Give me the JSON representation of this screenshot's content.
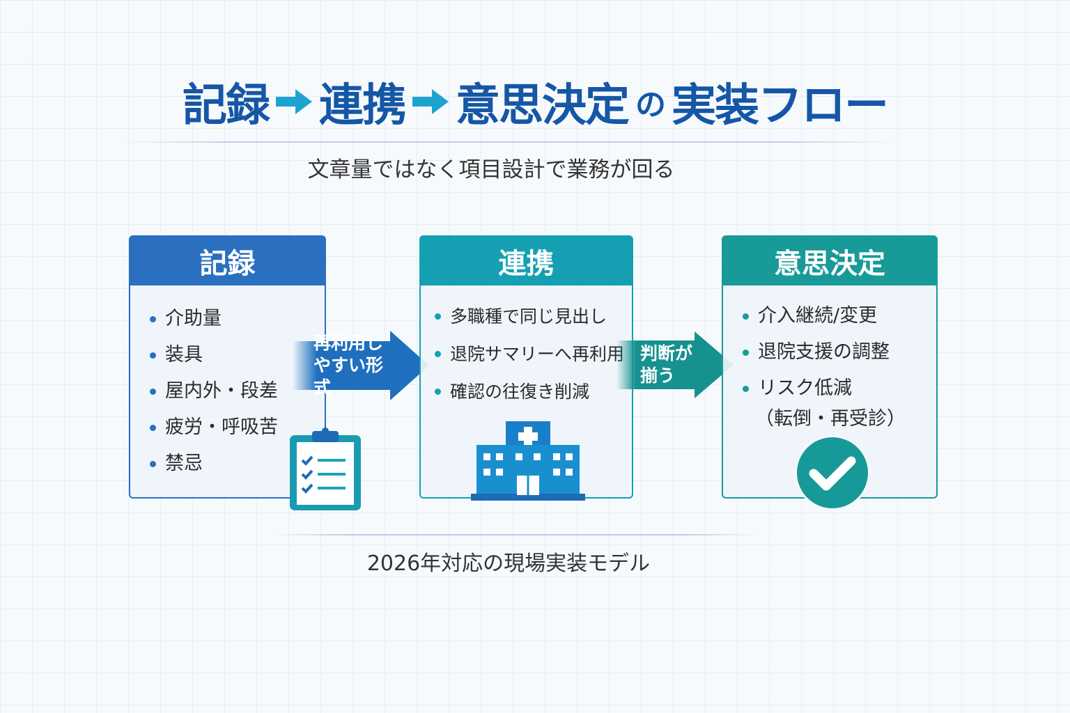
{
  "title": {
    "part1": "記録",
    "part2": "連携",
    "part3": "意思決定",
    "connector": "の",
    "part4": "実装フロー"
  },
  "subtitle": "文章量ではなく項目設計で業務が回る",
  "columns": [
    {
      "heading": "記録",
      "color": "#2a6fc0",
      "items": [
        "介助量",
        "装具",
        "屋内外・段差",
        "疲労・呼吸苦",
        "禁忌"
      ],
      "icon": "clipboard-check-icon"
    },
    {
      "heading": "連携",
      "color": "#14a0b2",
      "items": [
        "多職種で同じ見出し",
        "退院サマリーへ再利用",
        "確認の往復き削減"
      ],
      "icon": "hospital-icon"
    },
    {
      "heading": "意思決定",
      "color": "#179a98",
      "items": [
        "介入継続/変更",
        "退院支援の調整",
        "リスク低減"
      ],
      "sub": "（転倒・再受診）",
      "icon": "checkmark-circle-icon"
    }
  ],
  "arrows": [
    {
      "label_line1": "再利用し",
      "label_line2": "やすい形式",
      "color": "#1f6fbe"
    },
    {
      "label_line1": "判断が",
      "label_line2": "揃う",
      "color": "#16918f"
    }
  ],
  "footer": "2026年対応の現場実装モデル"
}
